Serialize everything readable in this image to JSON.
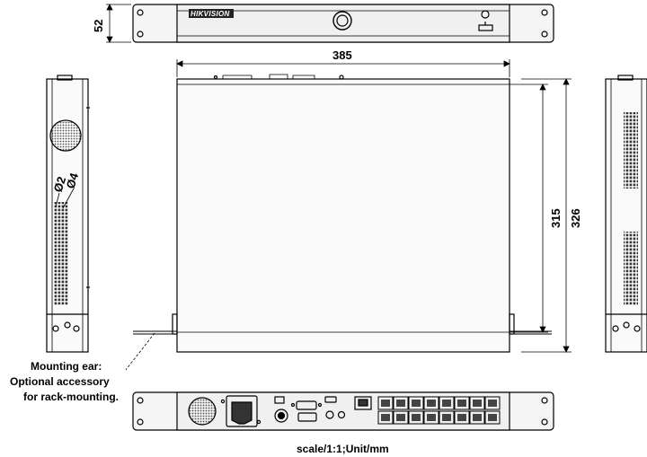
{
  "brand": "HIKVISION",
  "dimensions": {
    "height": "52",
    "width": "385",
    "depth_inner": "315",
    "depth_outer": "326",
    "hole_small": "Ø2",
    "hole_large": "Ø4"
  },
  "note": {
    "line1": "Mounting ear:",
    "line2": "Optional accessory",
    "line3": "for rack-mounting."
  },
  "scale_label": "scale/1:1;Unit/mm"
}
